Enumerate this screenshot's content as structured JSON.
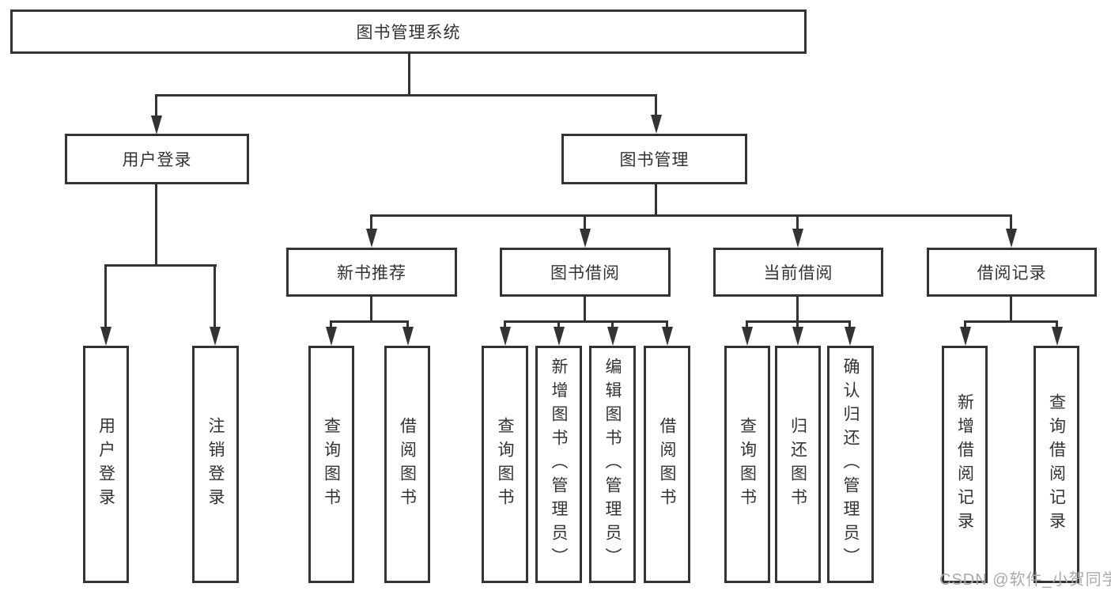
{
  "root": {
    "label": "图书管理系统"
  },
  "branches": {
    "user_login": {
      "label": "用户登录",
      "children": [
        {
          "label": "用户登录"
        },
        {
          "label": "注销登录"
        }
      ]
    },
    "book_management": {
      "label": "图书管理",
      "sections": [
        {
          "label": "新书推荐",
          "children": [
            {
              "label": "查询图书"
            },
            {
              "label": "借阅图书"
            }
          ]
        },
        {
          "label": "图书借阅",
          "children": [
            {
              "label": "查询图书"
            },
            {
              "label": "新增图书（管理员）"
            },
            {
              "label": "编辑图书（管理员）"
            },
            {
              "label": "借阅图书"
            }
          ]
        },
        {
          "label": "当前借阅",
          "children": [
            {
              "label": "查询图书"
            },
            {
              "label": "归还图书"
            },
            {
              "label": "确认归还（管理员）"
            }
          ]
        },
        {
          "label": "借阅记录",
          "children": [
            {
              "label": "新增借阅记录"
            },
            {
              "label": "查询借阅记录"
            }
          ]
        }
      ]
    }
  },
  "watermark": {
    "text": "CSDN @软件_小贺同学"
  },
  "colors": {
    "line": "#333333",
    "box_bg": "#ffffff",
    "text": "#333333",
    "watermark": "#a9a9a9"
  }
}
